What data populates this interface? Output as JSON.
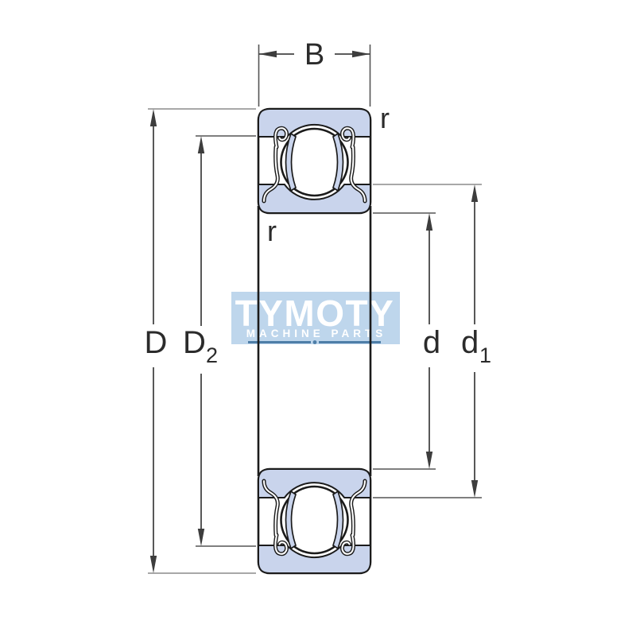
{
  "watermark": {
    "brand": "TYMOTY",
    "tagline": "MACHINE PARTS",
    "bg_color": "#bed6ec",
    "text_color": "#ffffff",
    "accent_color": "#4e7ea8"
  },
  "diagram": {
    "subject": "shielded-deep-groove-ball-bearing-cross-section",
    "fill_color": "#c9d4ec",
    "outline_color": "#1b1b1b",
    "dimension_line_color": "#454545"
  },
  "dimensions": {
    "width_label": "B",
    "outer_diameter_label": "D",
    "recess_diameter_label": "D",
    "recess_diameter_sub": "2",
    "bore_diameter_label": "d",
    "shoulder_diameter_label": "d",
    "shoulder_diameter_sub": "1",
    "corner_radius_outer_label": "r",
    "corner_radius_inner_label": "r"
  }
}
